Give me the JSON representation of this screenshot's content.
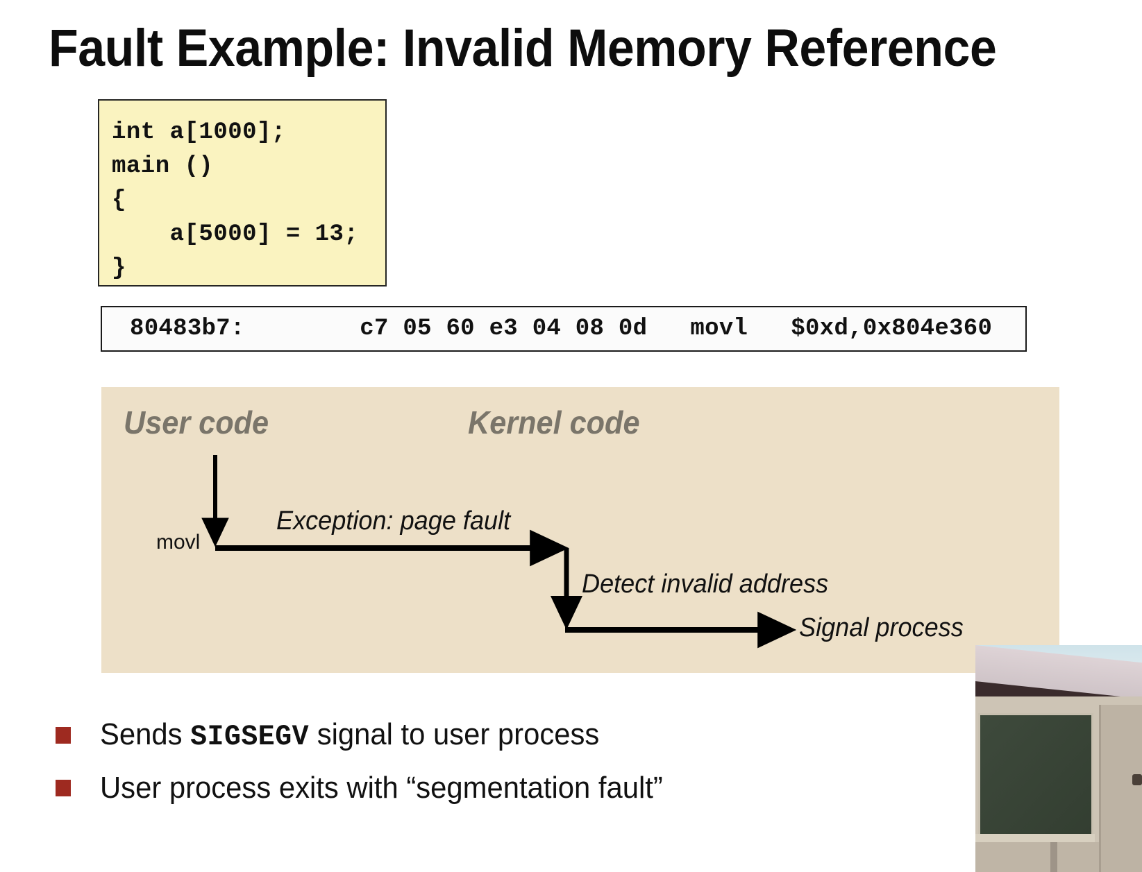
{
  "slide": {
    "title": "Fault Example: Invalid Memory Reference"
  },
  "code_box": {
    "lines": [
      "int a[1000];",
      "main ()",
      "{",
      "    a[5000] = 13;",
      "}"
    ],
    "background_color": "#faf3c0",
    "border_color": "#262624"
  },
  "disassembly": {
    "text": "80483b7:        c7 05 60 e3 04 08 0d   movl   $0xd,0x804e360",
    "address": "80483b7:",
    "bytes": "c7 05 60 e3 04 08 0d",
    "mnemonic": "movl",
    "operands": "$0xd,0x804e360"
  },
  "diagram": {
    "background_color": "#ede0c8",
    "lane_labels": {
      "user": "User code",
      "kernel": "Kernel code"
    },
    "instruction_label": "movl",
    "flow_labels": {
      "exception": "Exception: page fault",
      "detect": "Detect invalid address",
      "signal": "Signal process"
    },
    "lane_label_color": "#7a756a",
    "arrow_color": "#000000"
  },
  "bullets": [
    {
      "marker_color": "#9e2a20",
      "parts": [
        {
          "text": "Sends ",
          "style": "normal"
        },
        {
          "text": "SIGSEGV",
          "style": "mono-bold"
        },
        {
          "text": " signal to user process",
          "style": "normal"
        }
      ],
      "plain": "Sends SIGSEGV signal to user process"
    },
    {
      "marker_color": "#9e2a20",
      "parts": [
        {
          "text": "User process exits with “segmentation fault”",
          "style": "normal"
        }
      ],
      "plain": "User process exits with “segmentation fault”"
    }
  ],
  "video_overlay": {
    "description": "lecture-hall camera view with dark green chalkboard"
  }
}
